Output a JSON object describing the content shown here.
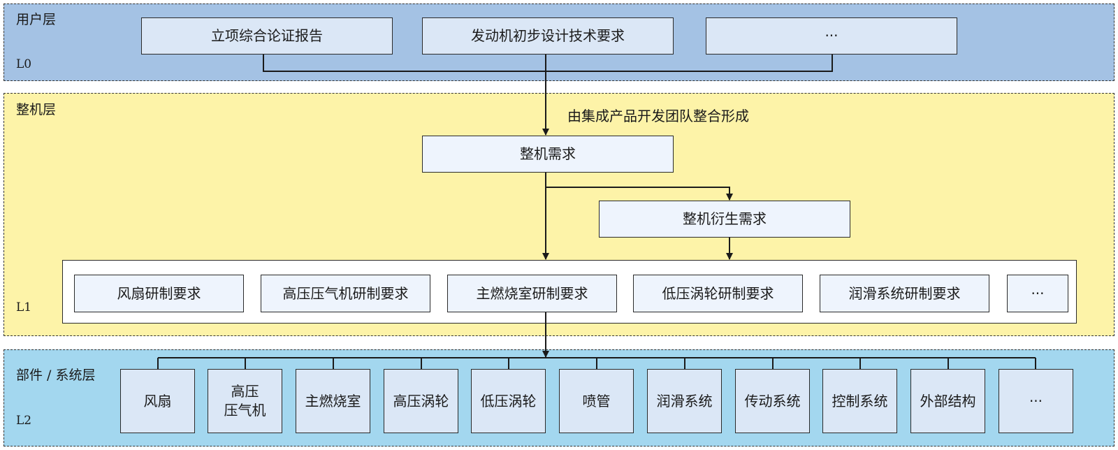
{
  "colors": {
    "l0_bg": "#a4c2e4",
    "l1_bg": "#fdf3a8",
    "l2_bg": "#a3d7ef",
    "box_fill": "#dbe7f6",
    "line": "#1a1a1a"
  },
  "l0": {
    "name": "用户层",
    "level": "L0",
    "boxes": [
      "立项综合论证报告",
      "发动机初步设计技术要求",
      "···"
    ]
  },
  "l1": {
    "name": "整机层",
    "level": "L1",
    "note": "由集成产品开发团队整合形成",
    "overall": "整机需求",
    "derived": "整机衍生需求",
    "boxes": [
      "风扇研制要求",
      "高压压气机研制要求",
      "主燃烧室研制要求",
      "低压涡轮研制要求",
      "润滑系统研制要求",
      "···"
    ]
  },
  "l2": {
    "name": "部件 / 系统层",
    "level": "L2",
    "boxes": [
      "风扇",
      "高压\n压气机",
      "主燃烧室",
      "高压涡轮",
      "低压涡轮",
      "喷管",
      "润滑系统",
      "传动系统",
      "控制系统",
      "外部结构",
      "···"
    ]
  }
}
